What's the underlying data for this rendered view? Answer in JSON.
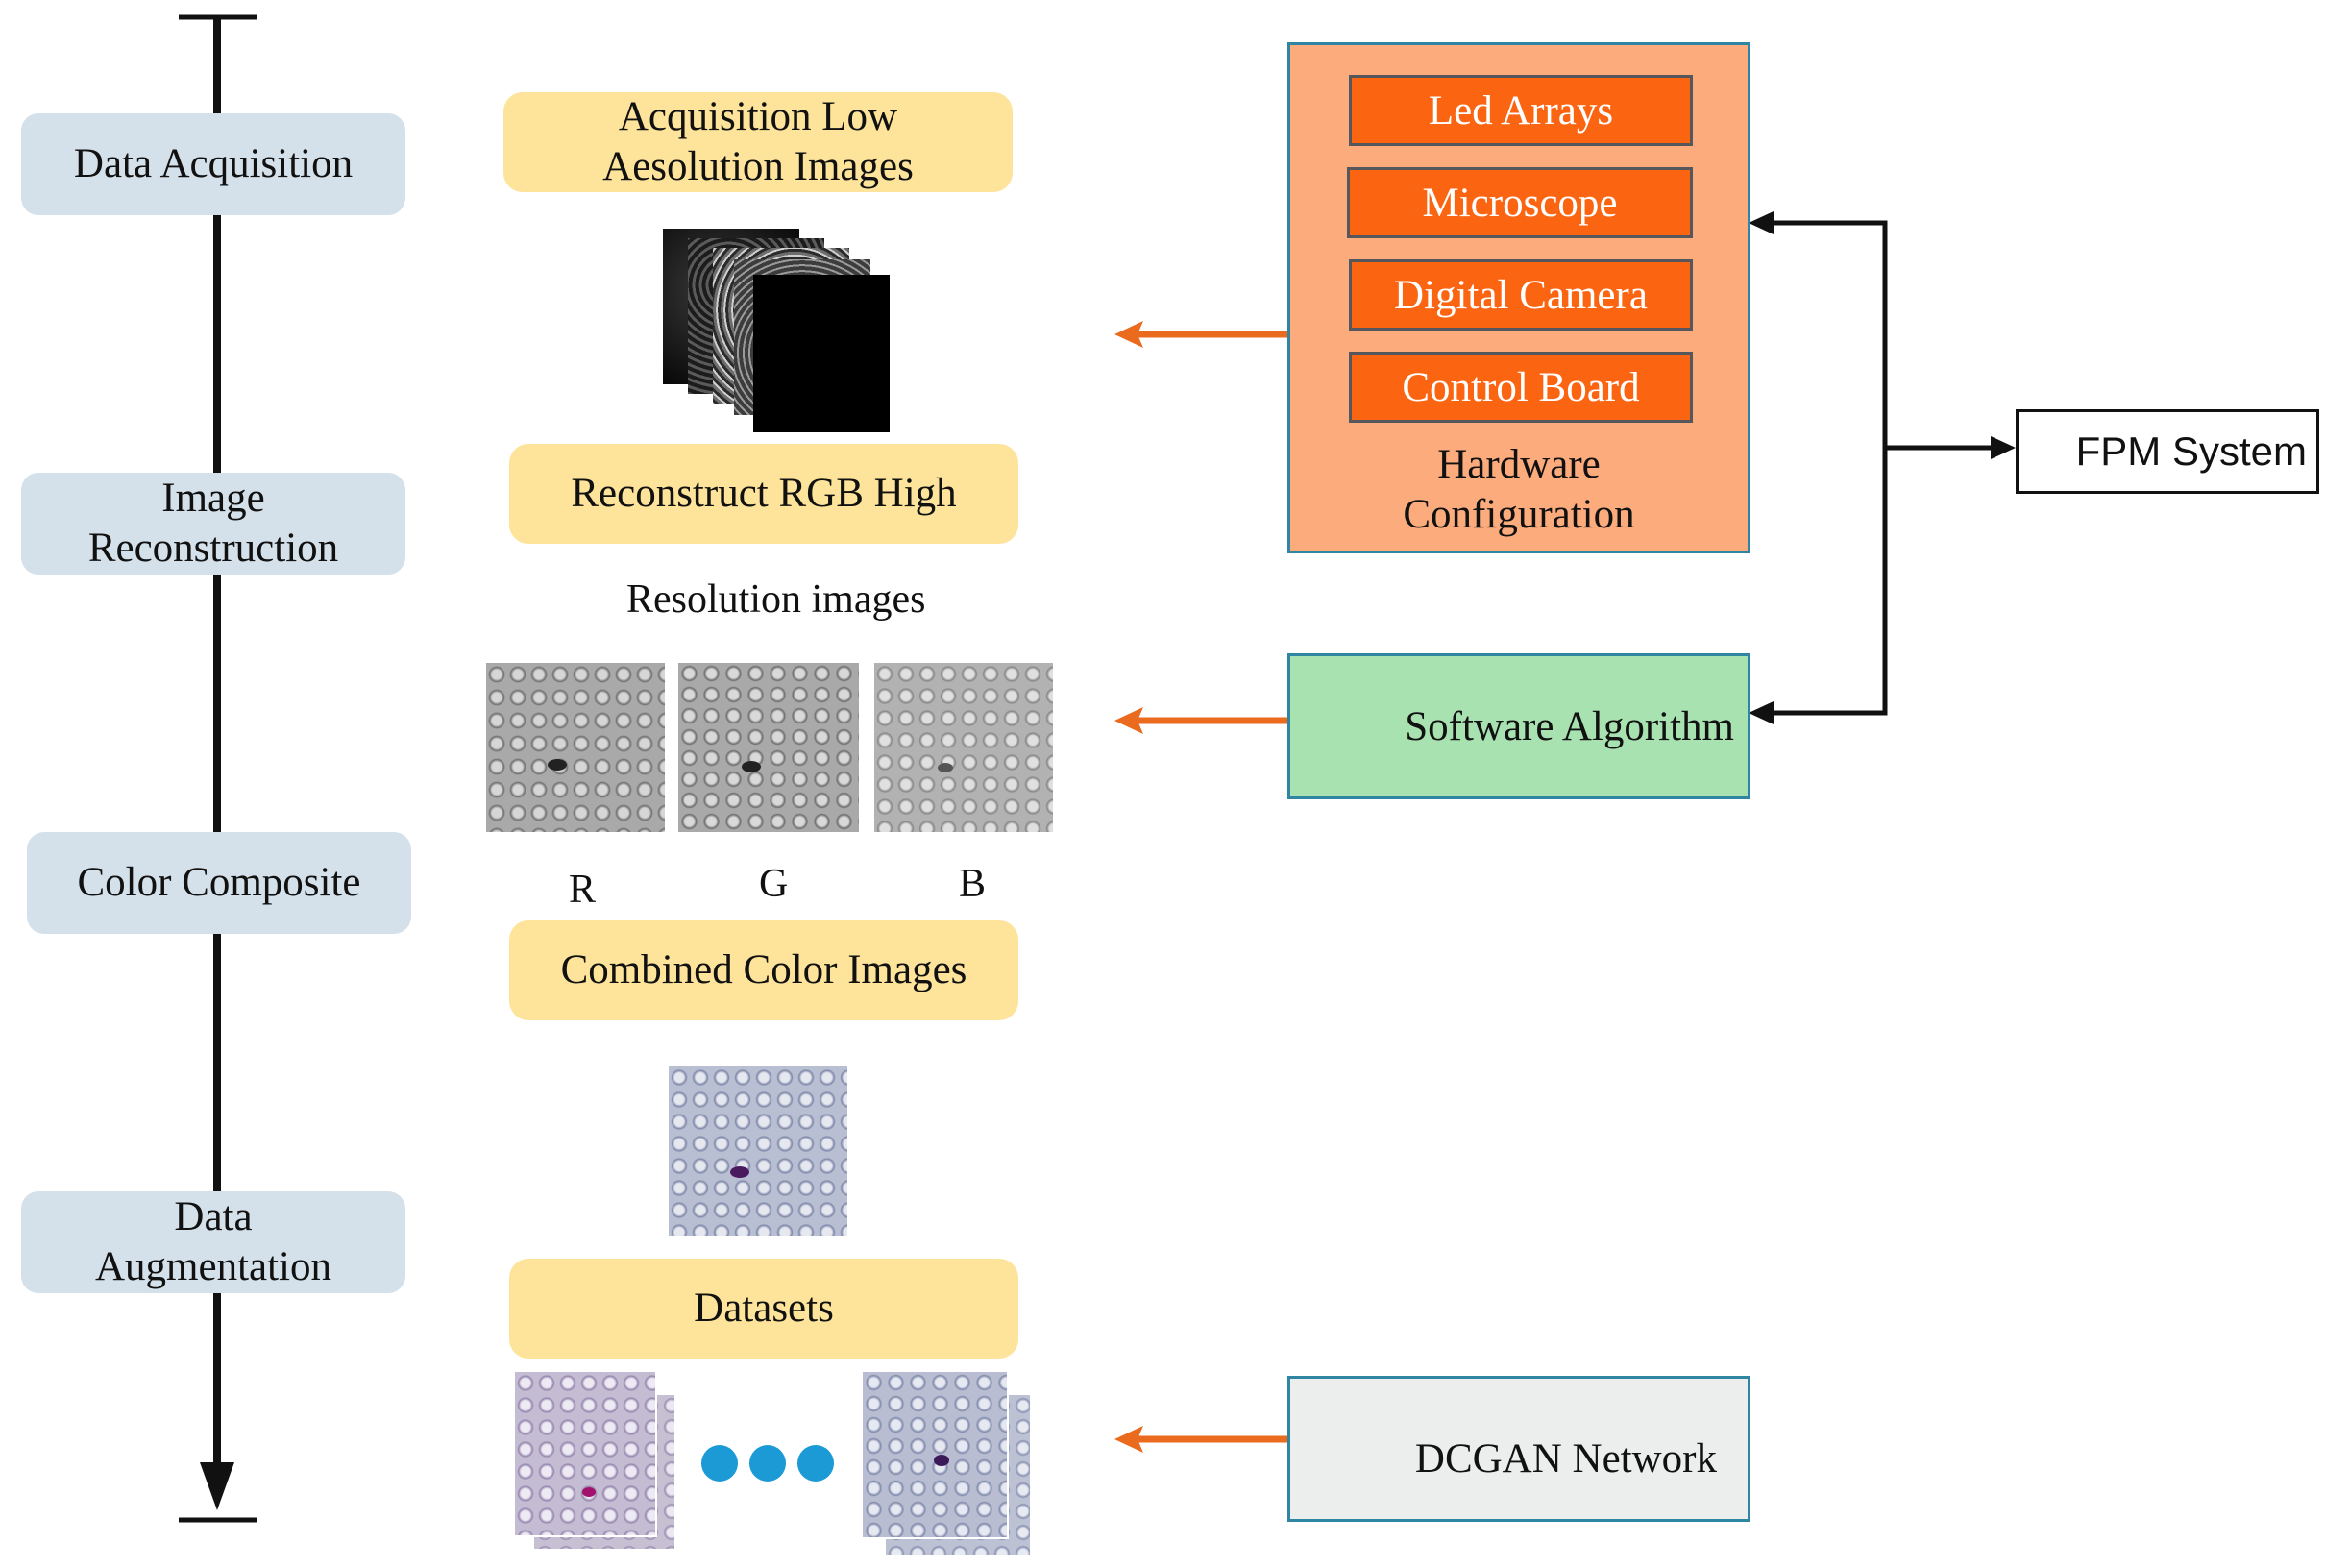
{
  "stages": [
    {
      "id": "data-acquisition",
      "lines": [
        "Data Acquisition"
      ]
    },
    {
      "id": "image-reconstruction",
      "lines": [
        "Image",
        "Reconstruction"
      ]
    },
    {
      "id": "color-composite",
      "lines": [
        "Color Composite"
      ]
    },
    {
      "id": "data-augmentation",
      "lines": [
        "Data",
        "Augmentation"
      ]
    }
  ],
  "steps": {
    "acquisition": [
      "Acquisition Low",
      "Aesolution Images"
    ],
    "reconstruct": "Reconstruct RGB High",
    "resolution": "Resolution images",
    "combined": "Combined Color Images",
    "datasets": "Datasets"
  },
  "channels": [
    "R",
    "G",
    "B"
  ],
  "hardware": {
    "items": [
      "Led Arrays",
      "Microscope",
      "Digital Camera",
      "Control Board"
    ],
    "caption": [
      "Hardware",
      "Configuration"
    ]
  },
  "software": "Software Algorithm",
  "dcgan": "DCGAN Network",
  "fpm": "FPM System",
  "colors": {
    "stage_fill": "#d5e1ea",
    "step_fill": "#fde49a",
    "hardware_fill": "#fcab7c",
    "hardware_item_fill": "#fb6410",
    "software_fill": "#a8e2b0",
    "dcgan_fill": "#eceeee",
    "arrow_orange": "#ea6a1e",
    "box_border": "#2f86a3",
    "dot_blue": "#1b9ad6"
  }
}
